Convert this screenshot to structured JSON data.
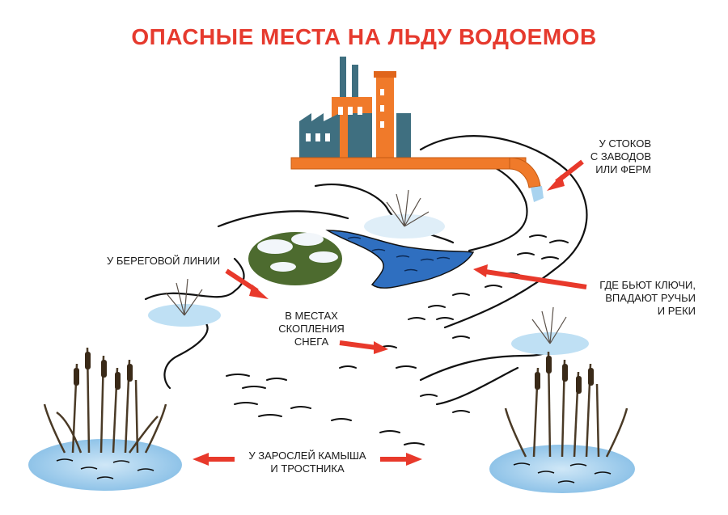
{
  "title": "ОПАСНЫЕ МЕСТА НА ЛЬДУ ВОДОЕМОВ",
  "labels": {
    "drains": [
      "У СТОКОВ",
      "С ЗАВОДОВ",
      "ИЛИ ФЕРМ"
    ],
    "shoreline": [
      "У БЕРЕГОВОЙ ЛИНИИ"
    ],
    "snow": [
      "В МЕСТАХ",
      "СКОПЛЕНИЯ",
      "СНЕГА"
    ],
    "springs": [
      "ГДЕ БЬЮТ КЛЮЧИ,",
      "ВПАДАЮТ РУЧЬИ",
      "И РЕКИ"
    ],
    "reeds": [
      "У ЗАРОСЛЕЙ КАМЫША",
      "И ТРОСТНИКА"
    ]
  },
  "colors": {
    "title": "#e63a2e",
    "arrow": "#e8392b",
    "factory_orange": "#f07a2a",
    "factory_teal": "#3f6f80",
    "water_blue": "#2f6fc0",
    "ice_blue": "#a9d3ef",
    "reed_brown": "#4a3a26",
    "bush_green": "#4d6b2f"
  },
  "icons": [
    "factory-icon",
    "drain-pipe-icon",
    "snowy-bush-icon",
    "reed-cluster-icon",
    "stream-icon"
  ]
}
